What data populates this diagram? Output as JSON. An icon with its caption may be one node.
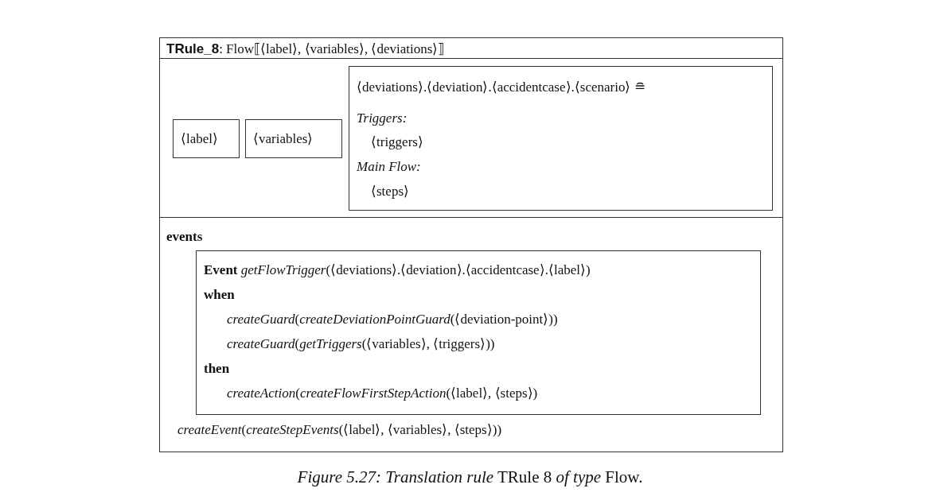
{
  "diagram": {
    "caption": "*Figure 5.27: Translation rule* TRule 8 *of type* Flow.",
    "nodes": [
      {
        "text": [
          "**TRule_8**: Flow⟦⟨label⟩, ⟨variables⟩, ⟨deviations⟩⟧"
        ]
      },
      {
        "text": [],
        "shape": "band",
        "in": 0
      },
      {
        "text": [
          "⟨label⟩"
        ],
        "in": 1
      },
      {
        "text": [
          "⟨variables⟩"
        ],
        "in": 1
      },
      {
        "text": [
          "⟨deviations⟩.⟨deviation⟩.⟨accidentcase⟩.⟨scenario⟩ ≘",
          "Triggers:",
          "⟨triggers⟩",
          "Main Flow:",
          "⟨steps⟩"
        ],
        "in": 1
      },
      {
        "text": [
          "events",
          "*createEvent*(*createStepEvents*(⟨label⟩, ⟨variables⟩, ⟨steps⟩))"
        ],
        "in": 0
      },
      {
        "text": [
          "**Event** *getFlowTrigger*(⟨deviations⟩.⟨deviation⟩.⟨accidentcase⟩.⟨label⟩)",
          "when",
          "*createGuard*(*createDeviationPointGuard*(⟨deviation-point⟩))",
          "*createGuard*(*getTriggers*(⟨variables⟩, ⟨triggers⟩))",
          "then",
          "*createAction*(*createFlowFirstStepAction*(⟨label⟩, ⟨steps⟩)"
        ],
        "in": 5
      }
    ]
  }
}
